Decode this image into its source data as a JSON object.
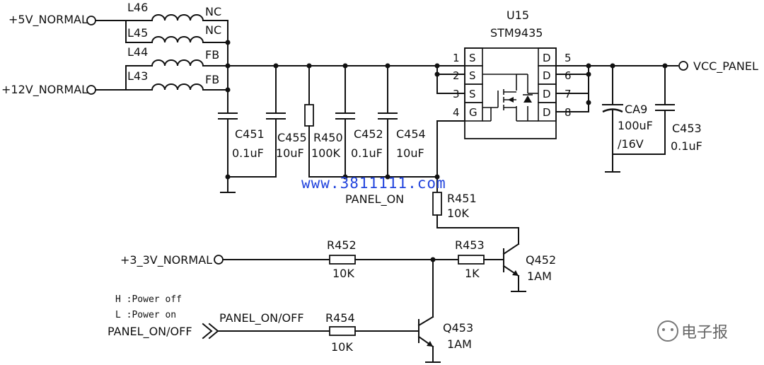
{
  "labels": {
    "v5": "+5V_NORMAL",
    "v12": "+12V_NORMAL",
    "v33": "+3_3V_NORMAL",
    "panel_onoff": "PANEL_ON/OFF",
    "panel_onoff_net": "PANEL_ON/OFF",
    "vcc_panel": "VCC_PANEL",
    "panel_on": "PANEL_ON",
    "note_h": "H :Power off",
    "note_l": "L :Power on"
  },
  "inductors": {
    "l46": {
      "ref": "L46",
      "tag": "NC"
    },
    "l45": {
      "ref": "L45",
      "tag": "NC"
    },
    "l44": {
      "ref": "L44",
      "tag": "FB"
    },
    "l43": {
      "ref": "L43",
      "tag": "FB"
    }
  },
  "parts": {
    "c451": {
      "ref": "C451",
      "val": "0.1uF"
    },
    "c455": {
      "ref": "C455",
      "val": "10uF"
    },
    "r450": {
      "ref": "R450",
      "val": "100K"
    },
    "c452": {
      "ref": "C452",
      "val": "0.1uF"
    },
    "c454": {
      "ref": "C454",
      "val": "10uF"
    },
    "ca9": {
      "ref": "CA9",
      "val": "100uF",
      "val2": "/16V"
    },
    "c453": {
      "ref": "C453",
      "val": "0.1uF"
    },
    "r451": {
      "ref": "R451",
      "val": "10K"
    },
    "r452": {
      "ref": "R452",
      "val": "10K"
    },
    "r453": {
      "ref": "R453",
      "val": "1K"
    },
    "r454": {
      "ref": "R454",
      "val": "10K"
    },
    "q452": {
      "ref": "Q452",
      "val": "1AM"
    },
    "q453": {
      "ref": "Q453",
      "val": "1AM"
    }
  },
  "u15": {
    "ref": "U15",
    "part": "STM9435",
    "left_pins": [
      {
        "num": "1",
        "name": "S"
      },
      {
        "num": "2",
        "name": "S"
      },
      {
        "num": "3",
        "name": "S"
      },
      {
        "num": "4",
        "name": "G"
      }
    ],
    "right_pins": [
      {
        "num": "5",
        "name": "D"
      },
      {
        "num": "6",
        "name": "D"
      },
      {
        "num": "7",
        "name": "D"
      },
      {
        "num": "8",
        "name": "D"
      }
    ]
  },
  "watermark": "www.3811111.com",
  "logo_text": "电子报"
}
